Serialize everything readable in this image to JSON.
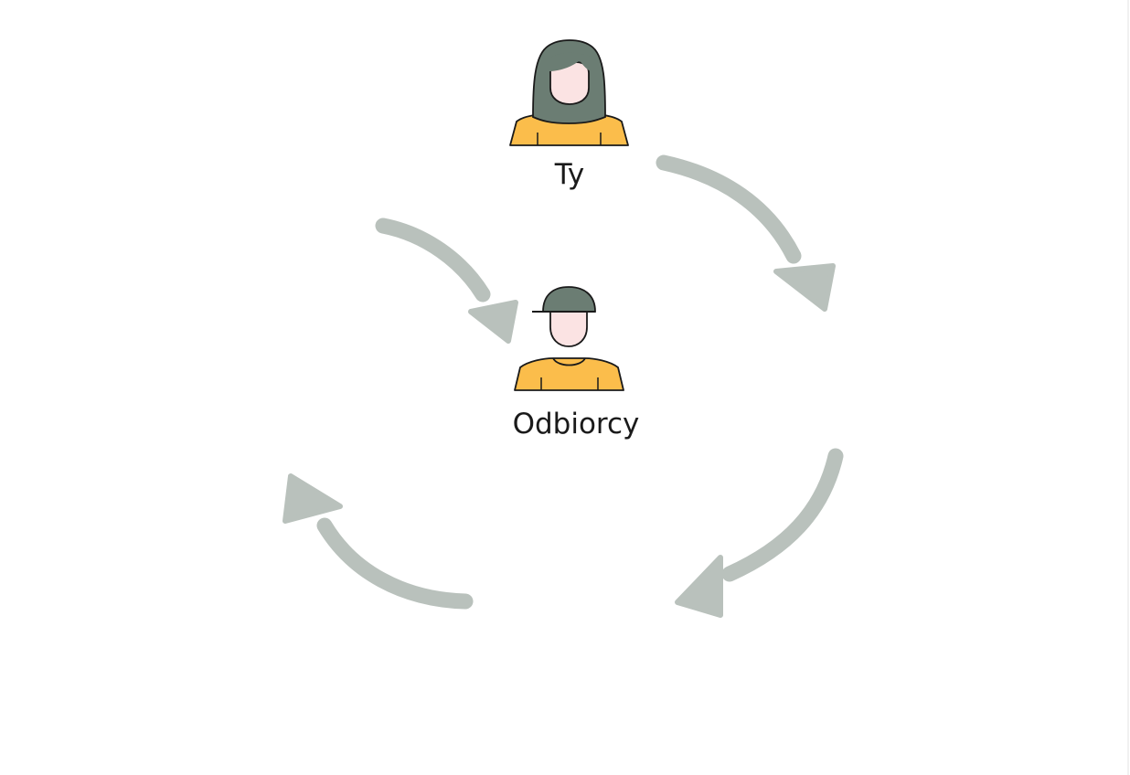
{
  "diagram": {
    "nodes": [
      {
        "id": "you",
        "label": "Ty",
        "icon": "woman-avatar-icon"
      },
      {
        "id": "recipients",
        "label": "Odbiorcy",
        "icon": "man-cap-avatar-icon"
      }
    ],
    "colors": {
      "arrow": "#b9c1bc",
      "hair_cap": "#6b7d73",
      "skin": "#fbe3e3",
      "shirt": "#fbbd4b",
      "outline": "#1a1a1a",
      "label": "#1a1a1a"
    }
  }
}
